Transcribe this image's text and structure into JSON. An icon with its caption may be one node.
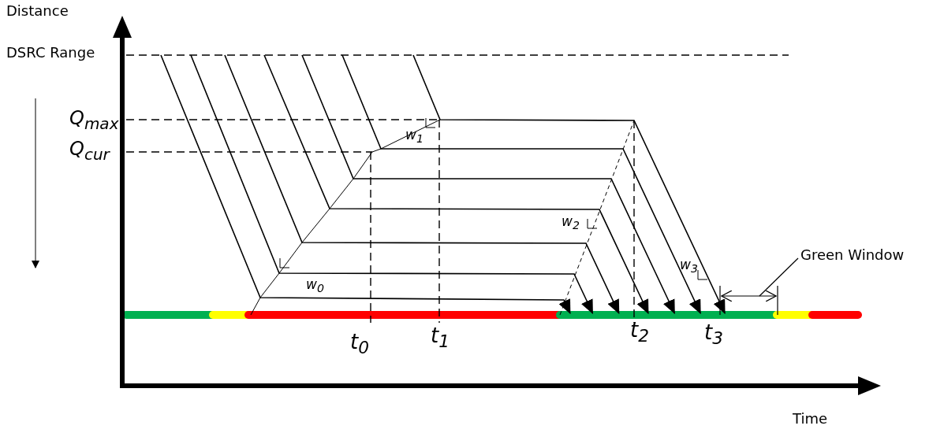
{
  "diagram": {
    "nodes": [
      {
        "text": [
          "Green Window"
        ]
      },
      {
        "text": [],
        "shape": "bar"
      }
    ],
    "edges": [
      {
        "from": 0,
        "to": 1,
        "arrow": "none"
      }
    ],
    "labels": [
      "Distance",
      "DSRC Range",
      "Q$_{max}$",
      "w$_{1}$",
      "Q$_{cur}$",
      "w$_{2}$",
      "w$_{3}$",
      "w$_{0}$",
      "t$_{0}$",
      "t$_{1}$",
      "t$_{2}$",
      "t$_{3}$",
      "Time"
    ]
  }
}
